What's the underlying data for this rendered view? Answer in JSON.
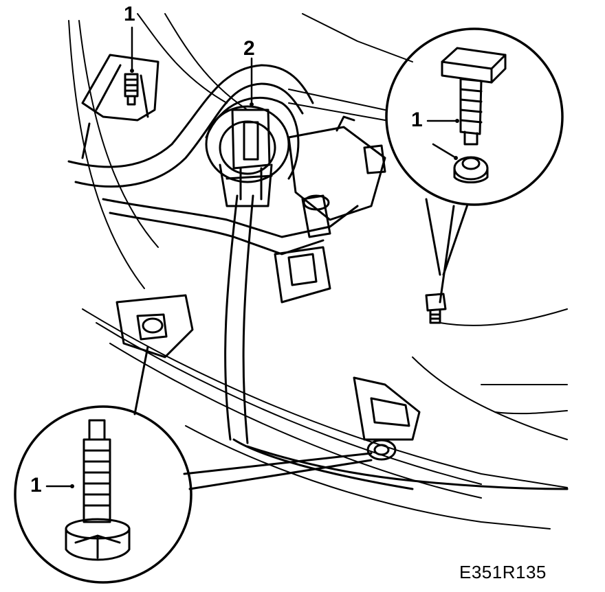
{
  "figure": {
    "reference_code": "E351R135"
  },
  "callouts": {
    "top_left": "1",
    "top_center": "2",
    "right_inset": "1",
    "left_inset": "1"
  },
  "colors": {
    "ink": "#000000",
    "paper": "#ffffff"
  }
}
